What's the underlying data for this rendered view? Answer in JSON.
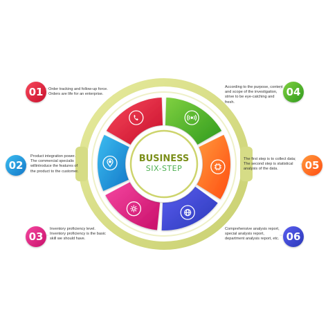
{
  "center": {
    "title": "BUSINESS",
    "subtitle": "SIX-STEP"
  },
  "colors": {
    "ring": "#d8de8e",
    "seg1": "#e8324a",
    "seg2": "#2aa5e0",
    "seg3": "#e6287f",
    "seg4": "#55b52e",
    "seg5": "#ff6f1f",
    "seg6": "#3b49d1"
  },
  "steps": [
    {
      "num": "01",
      "text": "Order tracking and follow-up force.\nOrders are life for an enterprise.",
      "icon": "phone-icon",
      "color_from": "#f8485c",
      "color_to": "#c7102c"
    },
    {
      "num": "02",
      "text": "Product integration power.\nThe commercial specialis\nwillintroduce the features of\nthe product to the customer.",
      "icon": "location-pin-icon",
      "color_from": "#3bbcf0",
      "color_to": "#1478c8"
    },
    {
      "num": "03",
      "text": "Inventory proficiency level.\nInventory proficiency is the basic\nskill we should have.",
      "icon": "gear-icon",
      "color_from": "#f546a0",
      "color_to": "#c8106a"
    },
    {
      "num": "04",
      "text": "According to the purpose, content\nand scope of the investigation,\nstrive to be eye-catching and fresh.",
      "icon": "signal-icon",
      "color_from": "#80d040",
      "color_to": "#2f9a1e"
    },
    {
      "num": "05",
      "text": "The first step is to collect data;\nThe second step is statistical\nanalysis of the data.",
      "icon": "chip-icon",
      "color_from": "#ff9a3c",
      "color_to": "#ff4d12"
    },
    {
      "num": "06",
      "text": "Comprehensive analysis report,\nspecial analysis report,\ndepartment analysis report, etc.",
      "icon": "globe-icon",
      "color_from": "#5a5ef0",
      "color_to": "#2a38b8"
    }
  ]
}
